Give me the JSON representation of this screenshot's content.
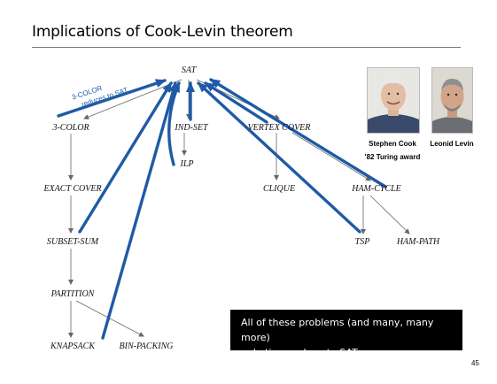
{
  "slide": {
    "title": "Implications of Cook-Levin theorem",
    "page_number": "45"
  },
  "nodes": {
    "sat": "SAT",
    "three_color": "3-COLOR",
    "ind_set": "IND-SET",
    "vertex_cover": "VERTEX COVER",
    "ilp": "ILP",
    "exact_cover": "EXACT COVER",
    "clique": "CLIQUE",
    "ham_cycle": "HAM-CYCLE",
    "subset_sum": "SUBSET-SUM",
    "tsp": "TSP",
    "ham_path": "HAM-PATH",
    "partition": "PARTITION",
    "knapsack": "KNAPSACK",
    "bin_packing": "BIN-PACKING"
  },
  "annotation": {
    "line1": "3-COLOR",
    "line2": "reduces to SAT"
  },
  "people": {
    "cook_name": "Stephen Cook",
    "cook_award": "'82 Turing award",
    "levin_name": "Leonid Levin"
  },
  "callout": {
    "line1": "All of these problems (and many, many more)",
    "line2": "poly-time reduce to SAT."
  },
  "colors": {
    "arrow_blue": "#1f5aa6",
    "thin_arrow": "#666666",
    "callout_bg": "#000000",
    "callout_text": "#ffffff"
  }
}
